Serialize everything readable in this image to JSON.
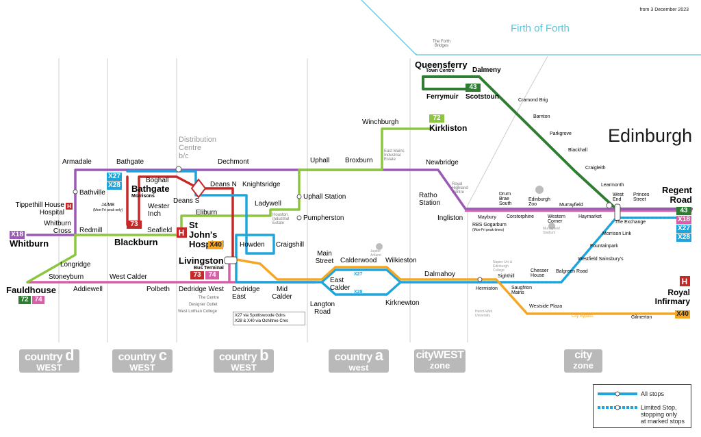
{
  "date_note": "from 3 December 2023",
  "sea_label": "Firth of Forth",
  "city_label": "Edinburgh",
  "distribution_label": {
    "line1": "Distribution",
    "line2": "Centre",
    "line3": "b/c"
  },
  "colors": {
    "purple": "#9b59b6",
    "pink": "#d65fa5",
    "green_light": "#8cc63f",
    "green_dark": "#2e7d32",
    "red": "#c62828",
    "blue": "#1ea5dc",
    "orange": "#f5a623",
    "sea": "#5bc4d7",
    "zone_grey": "#b9b9b9"
  },
  "stops": {
    "queensferry": "Queensferry",
    "town_centre": "Town Centre",
    "dalmeny": "Dalmeny",
    "ferrymuir": "Ferrymuir",
    "scotstoun": "Scotstoun",
    "forth_bridges": "The Forth Bridges",
    "cramond_brig": "Cramond Brig",
    "barnton": "Barnton",
    "parkgrove": "Parkgrove",
    "blackhall": "Blackhall",
    "craigleith": "Craigleith",
    "learmonth": "Learmonth",
    "west_end": "West End",
    "princes_street": "Princes Street",
    "regent_road": "Regent Road",
    "winchburgh": "Winchburgh",
    "kirkliston": "Kirkliston",
    "east_mains": "East Mains Industrial Estate",
    "newbridge": "Newbridge",
    "royal_highland": "Royal Highland Centre",
    "ratho_station": "Ratho Station",
    "ingliston": "Ingliston",
    "maybury": "Maybury",
    "rbs_gogarburn": "RBS Gogarburn",
    "rbs_note": "(Mon-Fri peak times)",
    "drum_brae": "Drum Brae South",
    "edinburgh_zoo": "Edinburgh Zoo",
    "corstorphine": "Corstorphine",
    "murrayfield": "Murrayfield",
    "western_corner": "Western Corner",
    "haymarket": "Haymarket",
    "murrayfield_stadium": "Murrayfield Stadium",
    "the_exchange": "The Exchange",
    "morrison_link": "Morrison Link",
    "fountainpark": "Fountainpark",
    "westfield_sainsburys": "Westfield Sainsbury's",
    "balgreen_road": "Balgreen Road",
    "chesser_house": "Chesser House",
    "saughton_mains": "Saughton Mains",
    "sighthill": "Sighthill",
    "napier": "Napier Uni & Edinburgh College",
    "hermiston": "Hermiston",
    "heriot_watt": "Heriot-Watt University",
    "westside_plaza": "Westside Plaza",
    "city_bypass": "City Bypass",
    "gilmerton": "Gilmerton",
    "royal_infirmary": "Royal Infirmary",
    "dalmahoy": "Dalmahoy",
    "armadale": "Armadale",
    "bathgate": "Bathgate",
    "dechmont": "Dechmont",
    "uphall": "Uphall",
    "broxburn": "Broxburn",
    "uphall_station": "Uphall Station",
    "pumpherston": "Pumpherston",
    "houston": "Houston Industrial Estate",
    "bathville": "Bathville",
    "boghall": "Boghall",
    "bathgate_morrisons": "Bathgate",
    "morrisons": "Morrisons",
    "j4m8": "J4/M8",
    "j4m8_note": "(Mon-Fri peak only)",
    "wester_inch": "Wester Inch",
    "deans_n": "Deans N",
    "deans_s": "Deans S",
    "knightsridge": "Knightsridge",
    "ladywell": "Ladywell",
    "eliburn": "Eliburn",
    "st_johns": "St John's Hospital",
    "howden": "Howden",
    "craigshill": "Craigshill",
    "livingston": "Livingston",
    "bus_terminal": "Bus Terminal",
    "tippethill": "Tippethill House Hospital",
    "whitburn_cross": "Whitburn Cross",
    "whitburn": "Whitburn",
    "redmill": "Redmill",
    "blackburn": "Blackburn",
    "seafield": "Seafield",
    "longridge": "Longridge",
    "fauldhouse": "Fauldhouse",
    "stoneyburn": "Stoneyburn",
    "addiewell": "Addiewell",
    "west_calder": "West Calder",
    "polbeth": "Polbeth",
    "dedridge_west": "Dedridge West",
    "the_centre": "The Centre",
    "designer_outlet": "Designer Outlet",
    "west_lothian_college": "West Lothian College",
    "dedridge_east": "Dedridge East",
    "mid_calder": "Mid Calder",
    "main_street": "Main Street",
    "calderwood": "Calderwood",
    "wilkieston": "Wilkieston",
    "jupiter_artland": "Jupiter Artland",
    "east_calder": "East Calder",
    "langton_road": "Langton Road",
    "kirknewton": "Kirknewton"
  },
  "route_badges": {
    "r43": "43",
    "r72": "72",
    "r73": "73",
    "r74": "74",
    "x18": "X18",
    "x27": "X27",
    "x28": "X28",
    "x40": "X40"
  },
  "route_notes": {
    "note_x27": "X27 via Spottiswoode Gdns",
    "note_x28_x40": "X28 & X40 via Ochiltree Cres"
  },
  "zones": [
    {
      "top": "country",
      "bottom": "WEST",
      "letter": "d"
    },
    {
      "top": "country",
      "bottom": "WEST",
      "letter": "c"
    },
    {
      "top": "country",
      "bottom": "WEST",
      "letter": "b"
    },
    {
      "top": "country",
      "bottom": "west",
      "letter": "a"
    },
    {
      "top": "cityWEST",
      "bottom": "zone",
      "letter": ""
    },
    {
      "top": "city",
      "bottom": "zone",
      "letter": ""
    }
  ],
  "legend": {
    "all_stops": "All stops",
    "limited_line1": "Limited Stop,",
    "limited_line2": "stopping only",
    "limited_line3": "at marked stops"
  }
}
